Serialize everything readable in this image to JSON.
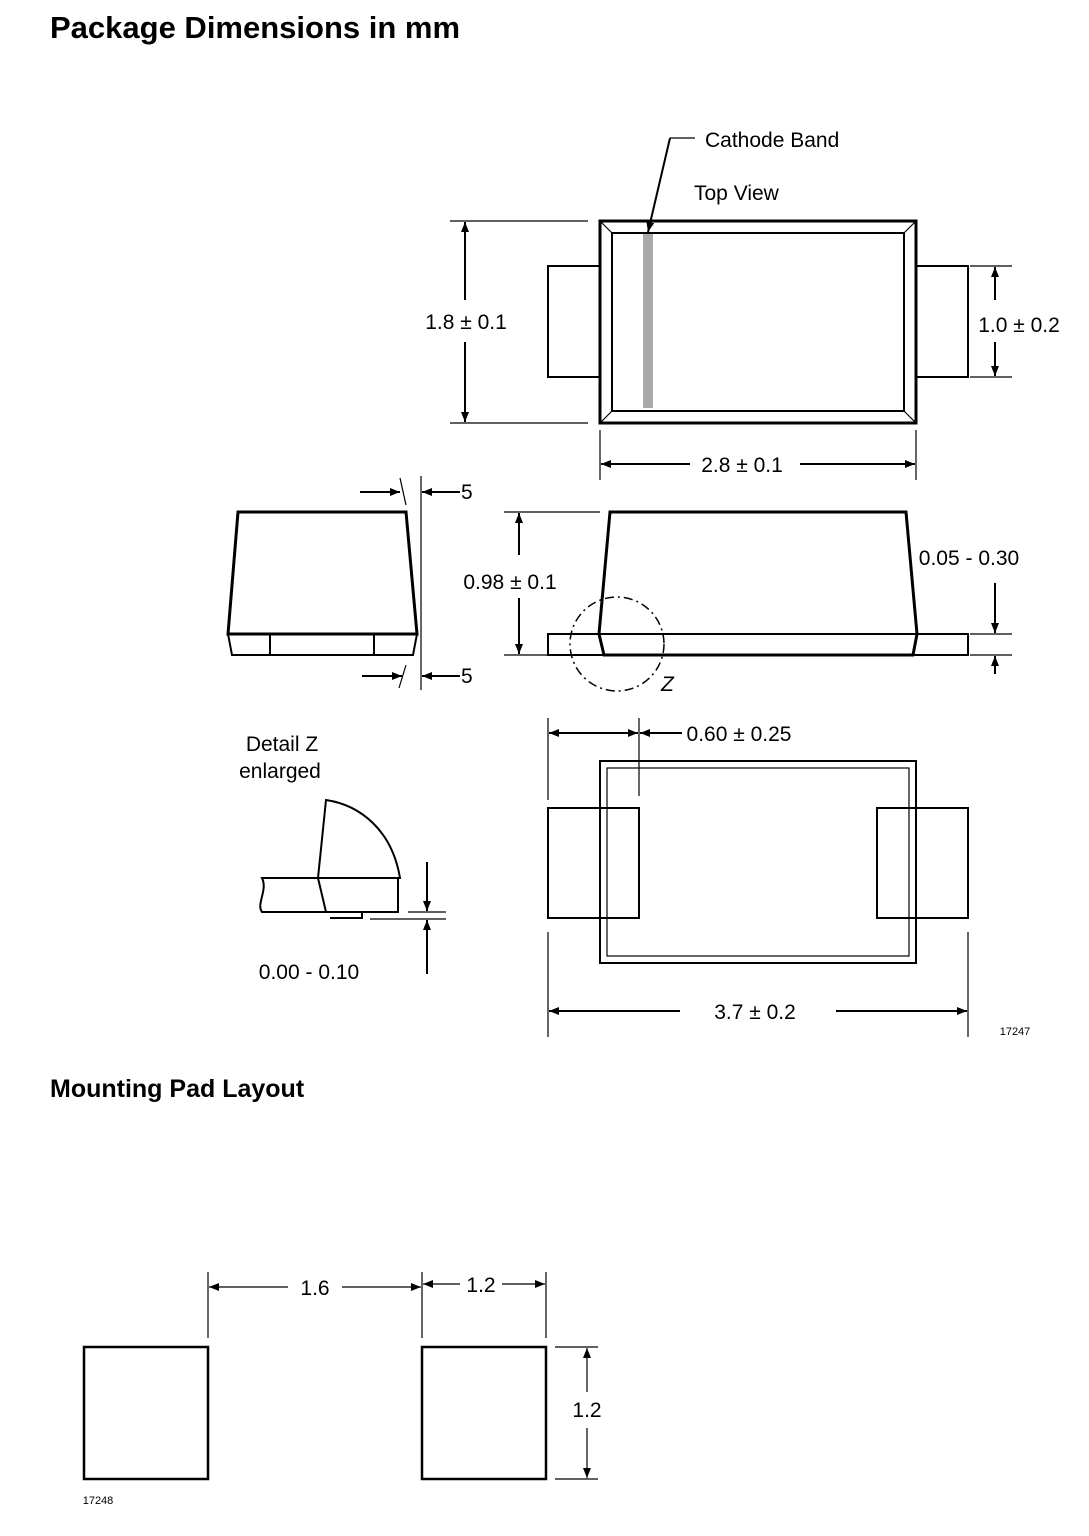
{
  "headings": {
    "title": "Package Dimensions in mm",
    "subtitle": "Mounting Pad Layout"
  },
  "package": {
    "cathode_band_label": "Cathode Band",
    "top_view_label": "Top View",
    "body_width": "1.8 ± 0.1",
    "lead_width": "1.0 ± 0.2",
    "body_length": "2.8 ± 0.1",
    "draft_angle_top": "5",
    "draft_angle_bottom": "5",
    "height": "0.98 ± 0.1",
    "lead_thickness": "0.05 - 0.30",
    "detail_marker": "Z",
    "lead_length": "0.60 ± 0.25",
    "detail_title_line1": "Detail Z",
    "detail_title_line2": "enlarged",
    "standoff": "0.00 - 0.10",
    "overall_length": "3.7 ± 0.2",
    "drawing_number": "17247"
  },
  "pad_layout": {
    "gap": "1.6",
    "pad_width": "1.2",
    "pad_height": "1.2",
    "drawing_number": "17248"
  },
  "colors": {
    "ink": "#000000",
    "cathode_band": "#aaaaaa",
    "background": "#ffffff"
  }
}
